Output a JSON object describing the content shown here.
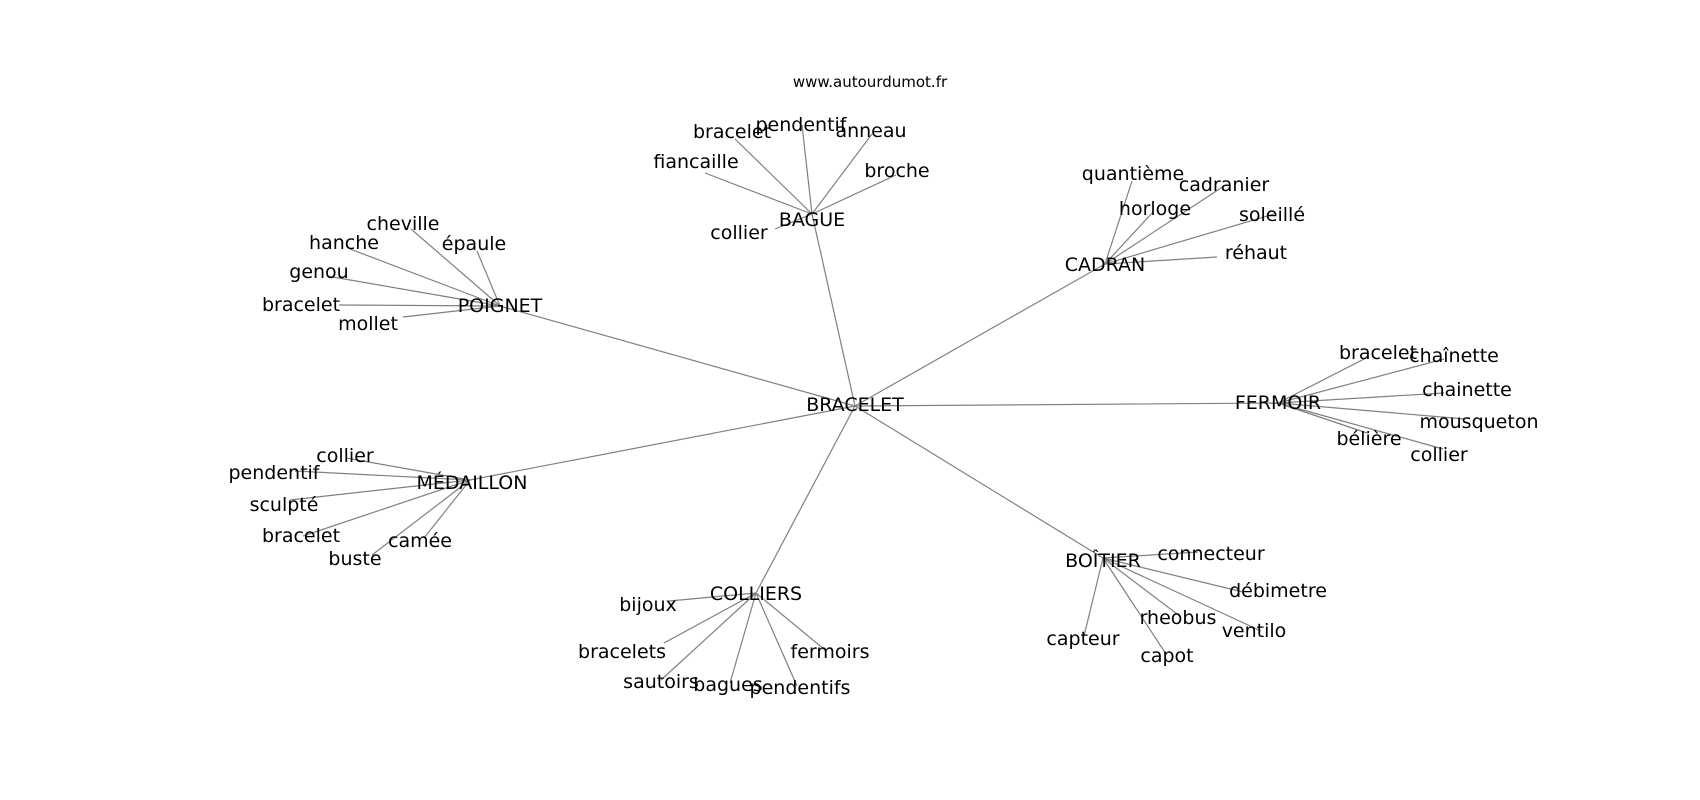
{
  "site": "www.autourdumot.fr",
  "root": "BRACELET",
  "hubs": [
    {
      "id": "bague",
      "label": "BAGUE",
      "leaves": [
        "bracelet",
        "pendentif",
        "anneau",
        "fiancaille",
        "broche",
        "collier"
      ]
    },
    {
      "id": "poignet",
      "label": "POIGNET",
      "leaves": [
        "cheville",
        "hanche",
        "épaule",
        "genou",
        "bracelet",
        "mollet"
      ]
    },
    {
      "id": "cadran",
      "label": "CADRAN",
      "leaves": [
        "quantième",
        "cadranier",
        "horloge",
        "soleillé",
        "réhaut"
      ]
    },
    {
      "id": "fermoir",
      "label": "FERMOIR",
      "leaves": [
        "bracelet",
        "chaînette",
        "chainette",
        "mousqueton",
        "bélière",
        "collier"
      ]
    },
    {
      "id": "medaillon",
      "label": "MÉDAILLON",
      "leaves": [
        "collier",
        "pendentif",
        "sculpté",
        "bracelet",
        "camée",
        "buste"
      ]
    },
    {
      "id": "colliers",
      "label": "COLLIERS",
      "leaves": [
        "bijoux",
        "bracelets",
        "fermoirs",
        "sautoirs",
        "bagues",
        "pendentifs"
      ]
    },
    {
      "id": "boitier",
      "label": "BOÎTIER",
      "leaves": [
        "connecteur",
        "débimetre",
        "rheobus",
        "ventilo",
        "capteur",
        "capot"
      ]
    }
  ]
}
